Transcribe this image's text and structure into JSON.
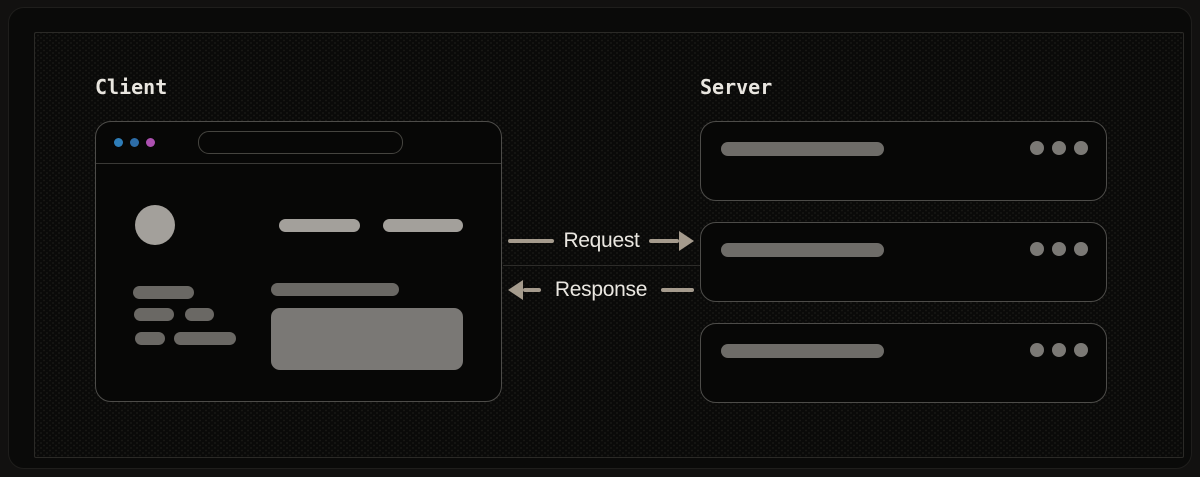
{
  "diagram": {
    "client": {
      "label": "Client"
    },
    "server": {
      "label": "Server",
      "node_count": 3
    },
    "flows": [
      {
        "label": "Request",
        "direction": "right"
      },
      {
        "label": "Response",
        "direction": "left"
      }
    ]
  },
  "theme": {
    "page-bg": "#121110",
    "window-bg": "#0a0a09",
    "window-edge": "#1f1e1c",
    "frame-border": "#2b2a27",
    "box-border": "#4d4c49",
    "box-bg": "#070706",
    "divider": "#3a3936",
    "urlbar-border": "#45443f",
    "skeleton-light": "#a3a09b",
    "skeleton-mid": "#7a7875",
    "skeleton-dark": "#6a6864",
    "server-pill": "#6e6c68",
    "server-dot": "#7b7975",
    "dot-blue-1": "#2e7db8",
    "dot-blue-2": "#2d6da8",
    "dot-magenta": "#ac50b0",
    "arrow": "#a59b8d",
    "flow-text": "#eae7e1",
    "label-text": "#e9e6e0",
    "connector": "#2e2d2a"
  }
}
